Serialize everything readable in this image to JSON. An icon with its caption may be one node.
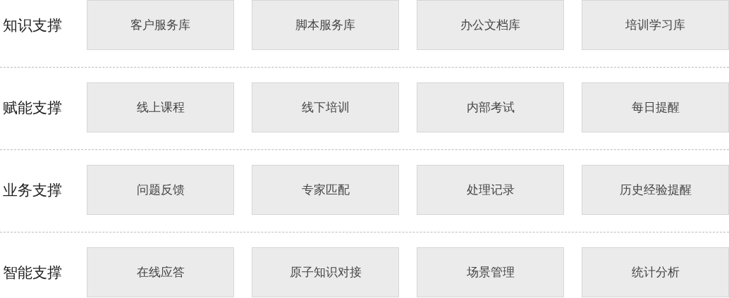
{
  "diagram": {
    "nodes": [
      {
        "text": [
          "客户服务库"
        ]
      },
      {
        "text": [
          "脚本服务库"
        ]
      },
      {
        "text": [
          "办公文档库"
        ]
      },
      {
        "text": [
          "培训学习库"
        ]
      },
      {
        "text": [
          "线上课程"
        ]
      },
      {
        "text": [
          "线下培训"
        ]
      },
      {
        "text": [
          "内部考试"
        ]
      },
      {
        "text": [
          "每日提醒"
        ]
      },
      {
        "text": [
          "问题反馈"
        ]
      },
      {
        "text": [
          "专家匹配"
        ]
      },
      {
        "text": [
          "处理记录"
        ]
      },
      {
        "text": [
          "历史经验提醒"
        ]
      },
      {
        "text": [
          "在线应答"
        ]
      },
      {
        "text": [
          "原子知识对接"
        ]
      },
      {
        "text": [
          "场景管理"
        ]
      },
      {
        "text": [
          "统计分析"
        ]
      }
    ],
    "labels": [
      "知识支撑",
      "赋能支撑",
      "业务支撑",
      "智能支撑"
    ]
  }
}
